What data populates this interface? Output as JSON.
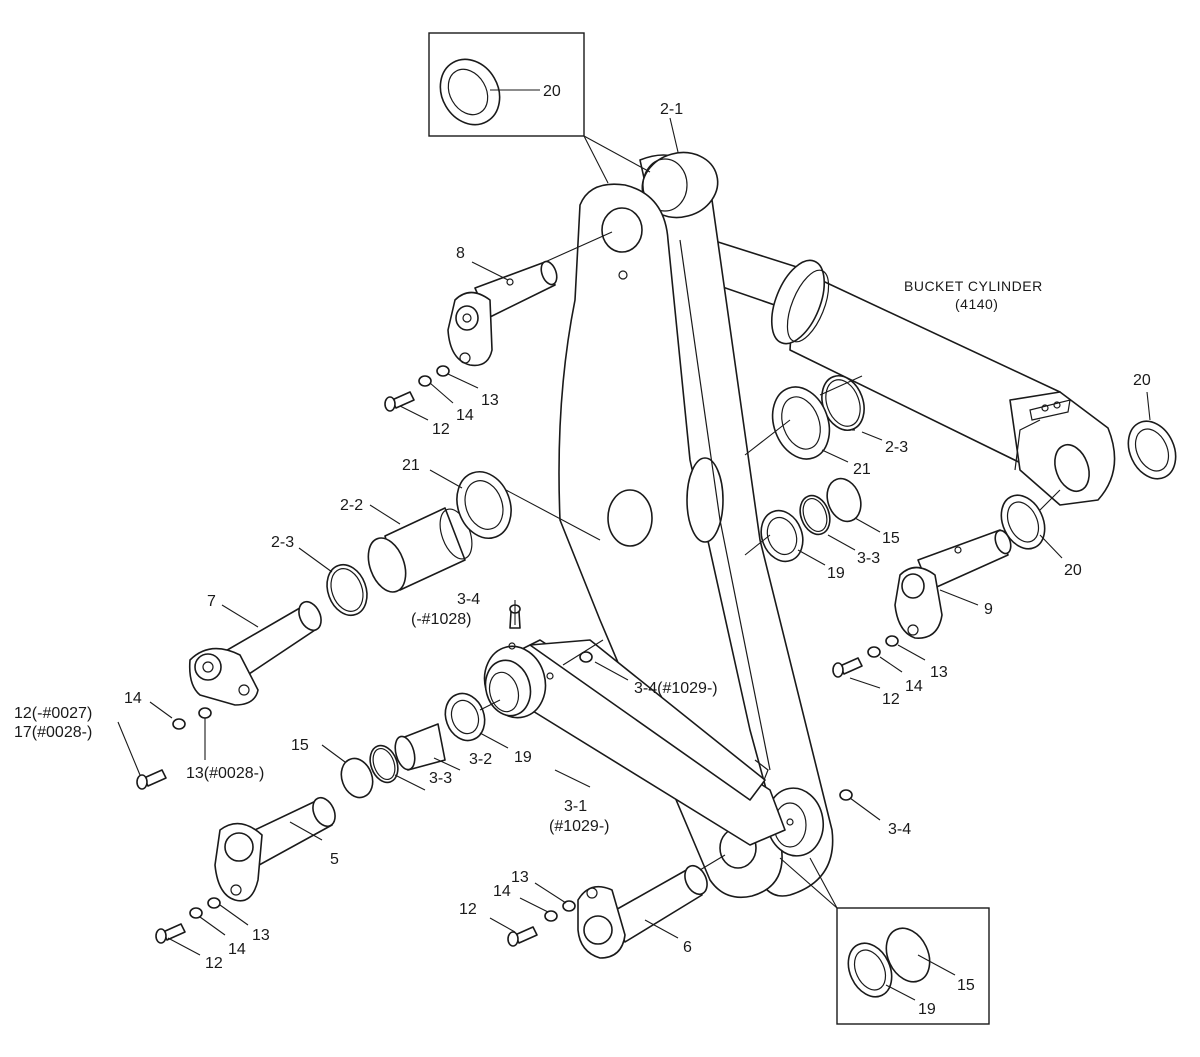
{
  "cylinder": {
    "name": "BUCKET CYLINDER",
    "code": "(4140)"
  },
  "labels": {
    "l20_box": "20",
    "l2_1": "2-1",
    "l8": "8",
    "l13_a": "13",
    "l14_a": "14",
    "l12_a": "12",
    "l21_a": "21",
    "l2_3_a": "2-3",
    "l21_b": "21",
    "l2_2": "2-2",
    "l2_3_b": "2-3",
    "l20_a": "20",
    "l15_a": "15",
    "l3_3_a": "3-3",
    "l19_a": "19",
    "l20_b": "20",
    "l9": "9",
    "l7": "7",
    "l3_4_a": "3-4",
    "l3_4_a2": "(-#1028)",
    "l3_4_b": "3-4(#1029-)",
    "l13_b": "13",
    "l14_b": "14",
    "l12_b": "12",
    "l14_c": "14",
    "l12_c1": "12(-#0027)",
    "l12_c2": "17(#0028-)",
    "l13_c": "13(#0028-)",
    "l15_b": "15",
    "l3_3_b": "3-3",
    "l3_2": "3-2",
    "l19_b": "19",
    "l3_1": "3-1",
    "l3_1b": "(#1029-)",
    "l3_4_c": "3-4",
    "l5": "5",
    "l13_d": "13",
    "l14_d": "14",
    "l12_d": "12",
    "l13_e": "13",
    "l14_e": "14",
    "l12_e": "12",
    "l6": "6",
    "l15_box": "15",
    "l19_box": "19"
  }
}
